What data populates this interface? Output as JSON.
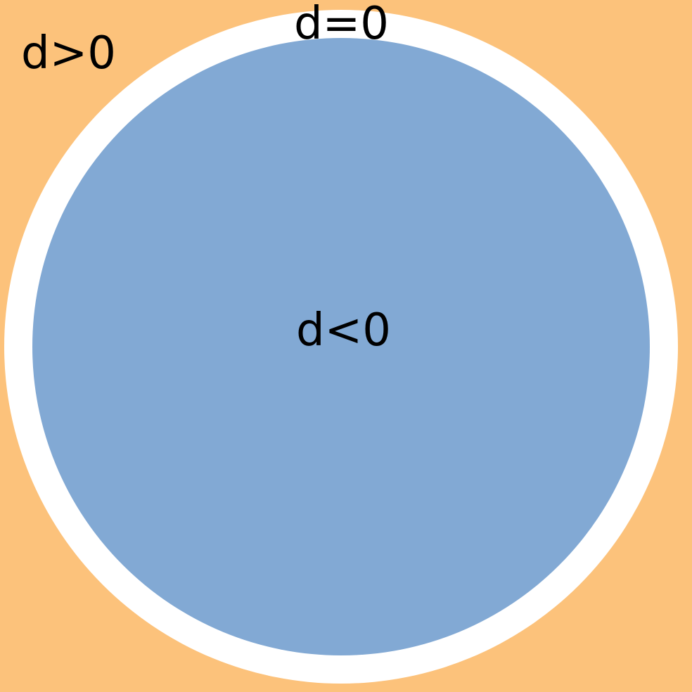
{
  "labels": {
    "outside": "d>0",
    "boundary": "d=0",
    "inside": "d<0"
  },
  "colors": {
    "outside_fill": "#fcc27b",
    "boundary_fill": "#ffffff",
    "inside_fill": "#82a9d4",
    "text": "#000000"
  }
}
